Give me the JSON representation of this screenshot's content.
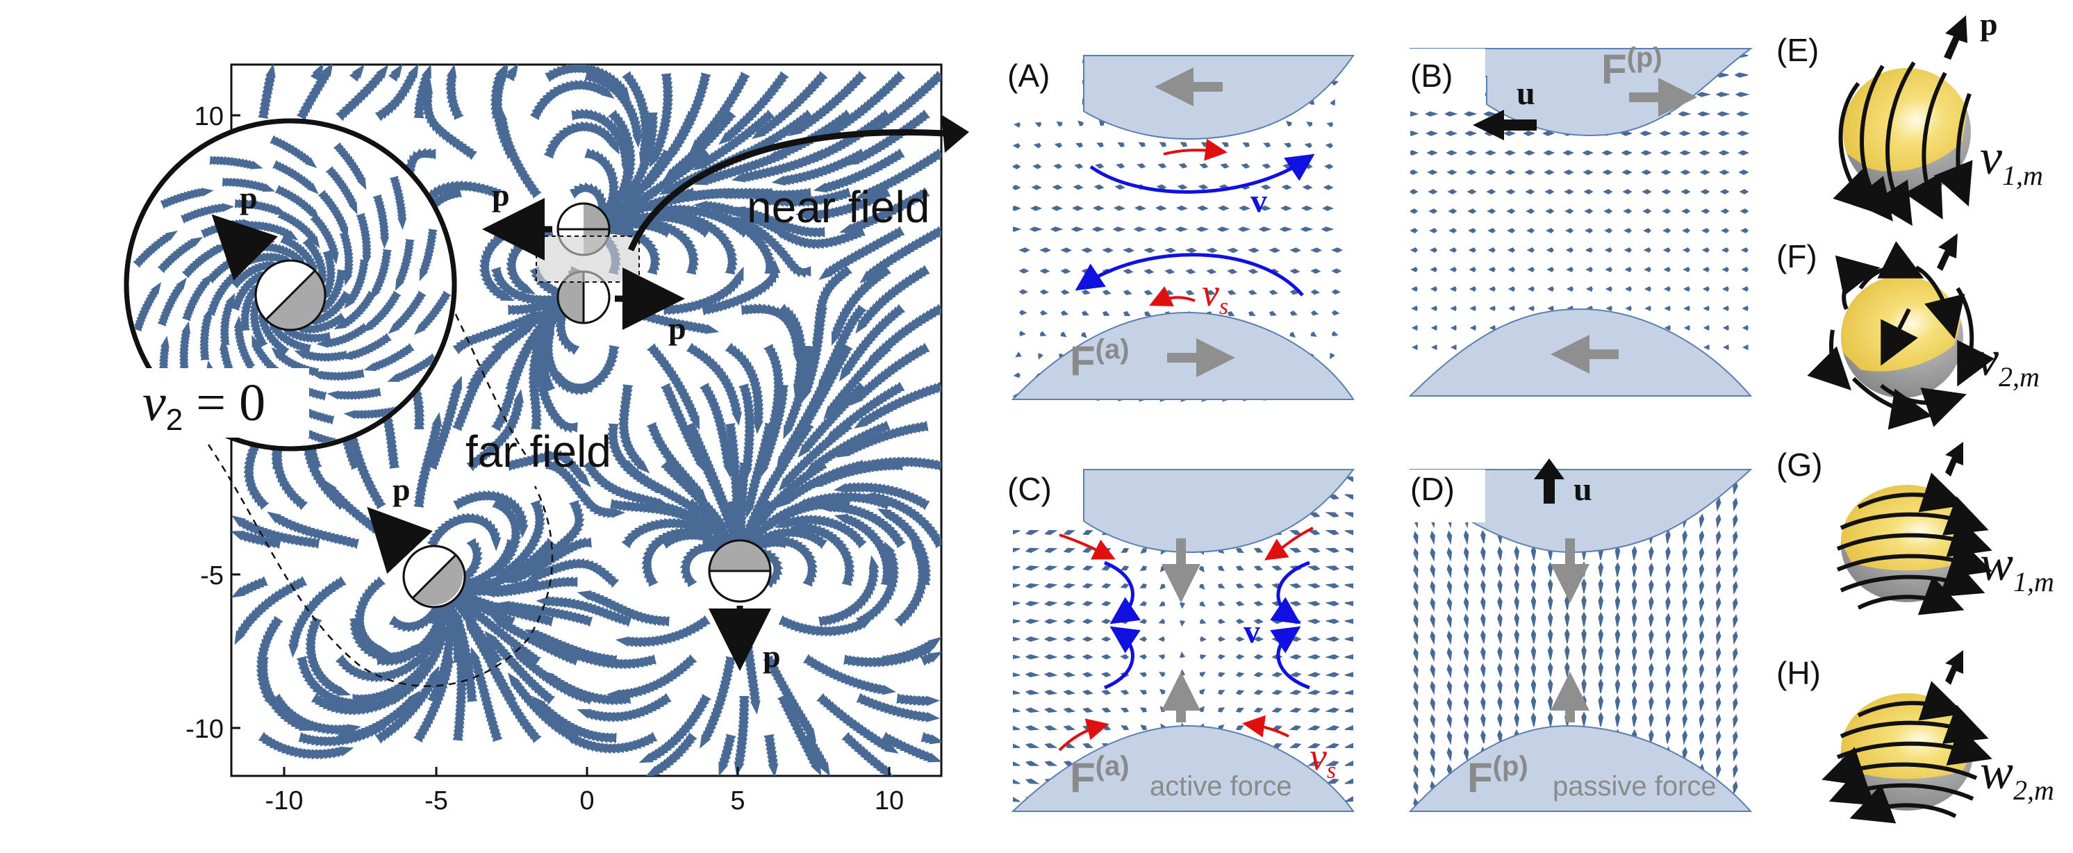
{
  "main_plot": {
    "x_ticks": [
      "-10",
      "-5",
      "0",
      "5",
      "10"
    ],
    "y_ticks": [
      "10",
      "-5",
      "-10"
    ],
    "labels": {
      "near_field": "near field",
      "far_field": "far field",
      "v2_zero": "v",
      "v2_zero_sub": "2",
      "v2_zero_eq": " = 0",
      "p": "p"
    }
  },
  "panels": {
    "A": {
      "label": "(A)",
      "force": "F",
      "force_sup": "(a)",
      "v": "v",
      "vs": "v",
      "vs_sub": "s"
    },
    "B": {
      "label": "(B)",
      "force": "F",
      "force_sup": "(p)",
      "u": "u"
    },
    "C": {
      "label": "(C)",
      "force": "F",
      "force_sup": "(a)",
      "force_text": "active force",
      "v": "v",
      "vs": "v",
      "vs_sub": "s"
    },
    "D": {
      "label": "(D)",
      "force": "F",
      "force_sup": "(p)",
      "force_text": "passive force",
      "u": "u"
    },
    "E": {
      "label": "(E)",
      "mode": "v",
      "mode_sub": "1,m",
      "p": "p"
    },
    "F": {
      "label": "(F)",
      "mode": "v",
      "mode_sub": "2,m"
    },
    "G": {
      "label": "(G)",
      "mode": "w",
      "mode_sub": "1,m"
    },
    "H": {
      "label": "(H)",
      "mode": "w",
      "mode_sub": "2,m"
    }
  },
  "colors": {
    "stream": "#4a6a96",
    "wall": "#c5d2e6",
    "blue_arrow": "#1010e0",
    "red_arrow": "#e01010",
    "gray_arrow": "#8f8f8f",
    "yellow": "#f1d25a"
  }
}
